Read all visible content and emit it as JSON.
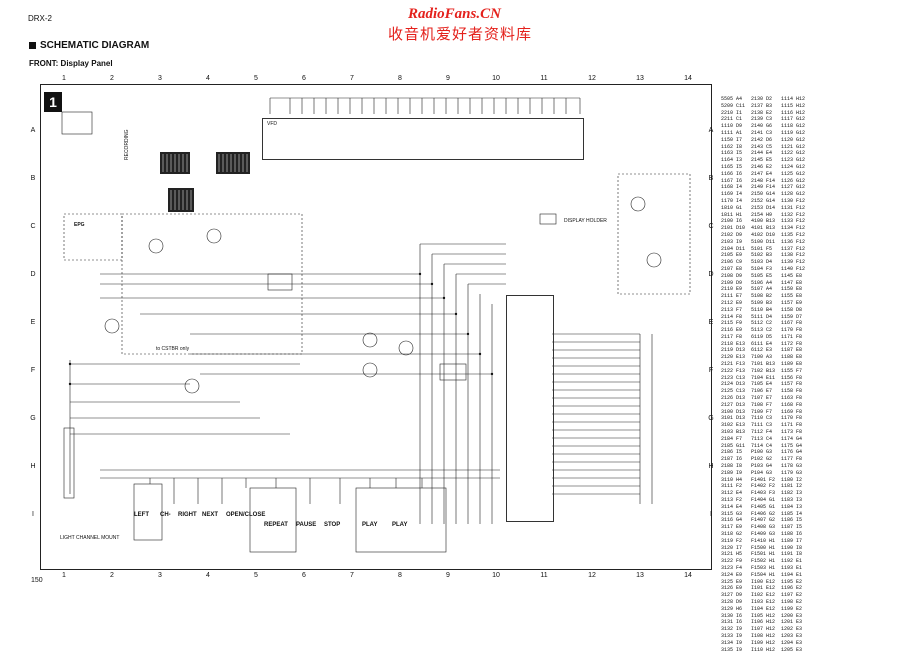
{
  "model": "DRX-2",
  "watermark": "RadioFans.CN",
  "watermark_cn": "收音机爱好者资料库",
  "title": "SCHEMATIC DIAGRAM",
  "subtitle": "FRONT: Display Panel",
  "section_label": "1",
  "page_number": "150",
  "columns": [
    "1",
    "2",
    "3",
    "4",
    "5",
    "6",
    "7",
    "8",
    "9",
    "10",
    "11",
    "12",
    "13",
    "14"
  ],
  "rows": [
    "A",
    "B",
    "C",
    "D",
    "E",
    "F",
    "G",
    "H",
    "I"
  ],
  "labels": {
    "epg": "EPG",
    "to_cstbr": "to CSTBR only",
    "display_holder": "DISPLAY HOLDER",
    "light_channel": "LIGHT CHANNEL MOUNT",
    "recording": "RECORDING",
    "vfd": "VFD"
  },
  "keys": [
    "LEFT",
    "CH-",
    "RIGHT",
    "NEXT",
    "OPEN/CLOSE",
    "REPEAT",
    "PAUSE",
    "STOP",
    "PLAY",
    "PLAY"
  ],
  "index_text": "5505 A4   2130 D2   1114 H12\n5209 C11  2137 B3   1115 H12\n2210 I1   2138 E2   1116 H12\n2211 C1   2139 C3   1117 G12\n1110 D9   2140 G6   1118 G12\n1111 A1   2141 C3   1119 G12\n1150 I7   2142 D6   1120 G12\n1162 I8   2143 C5   1121 G12\n1163 I5   2144 E4   1122 G12\n1164 I3   2145 E5   1123 G12\n1165 I5   2146 E2   1124 G12\n1166 I6   2147 E4   1125 G12\n1167 I6   2148 F14  1126 G12\n1168 I4   2149 F14  1127 G12\n1169 I4   2150 G14  1128 G12\n1170 I4   2152 G14  1130 F12\n1810 G1   2153 D14  1131 F12\n1811 H1   2154 H9   1132 F12\n2100 I6   4100 B13  1133 F12\n2101 D10  4101 B13  1134 F12\n2102 D9   4102 D10  1135 F12\n2103 I9   5100 D11  1136 F12\n2104 D11  5101 F5   1137 F12\n2105 E9   5102 B3   1138 F12\n2106 C9   5103 D4   1139 F12\n2107 E8   5104 F3   1140 F12\n2108 D9   5105 E5   1145 E8\n2109 D9   5106 A4   1147 E8\n2110 E9   5107 A4   1150 E8\n2111 E7   5108 B2   1155 E8\n2112 E9   5109 B3   1157 E9\n2113 F7   5110 B4   1158 D8\n2114 F8   5111 D4   1159 D7\n2115 F9   5112 C2   1167 F8\n2116 E9   5113 C2   1170 F8\n2117 F8   6119 D5   1171 F8\n2118 E13  6111 E4   1172 F8\n2119 D13  6112 E3   1187 E8\n2120 E13  7100 A3   1188 E8\n2121 F13  7101 B13  1189 E8\n2122 F13  7102 B13  1155 F7\n2123 C13  7104 E11  1156 F8\n2124 D13  7105 E4   1157 F8\n2125 C13  7106 E7   1158 F8\n2126 D13  7107 E7   1163 F8\n2127 D13  7108 F7   1168 F8\n3100 D13  7109 F7   1169 F8\n3101 D13  7110 C3   1170 F8\n3102 E13  7111 C3   1171 F8\n3103 B13  7112 F4   1173 F8\n2184 F7   7113 C4   1174 G4\n2185 G11  7114 C4   1175 G4\n2186 I5   P100 G3   1176 G4\n2187 I6   P102 G2   1177 F8\n2188 I8   P103 G4   1178 G3\n2189 I9   P104 G3   1179 G3\n3110 H4   F1401 F2  1180 I2\n3111 F2   F1402 F2  1181 I2\n3112 E4   F1403 F3  1182 I3\n3113 F2   F1404 G1  1183 I3\n3114 E4   F1405 G1  1184 I3\n3115 G3   F1406 G2  1185 I4\n3116 G4   F1407 G2  1186 I5\n3117 E9   F1408 G3  1187 I5\n3118 G2   F1409 G3  1188 I6\n3119 F2   F1410 H1  1189 I7\n3120 I7   F1500 H1  1190 I8\n3121 H5   F1501 H1  1191 I8\n3122 F9   F1502 H1  1192 E1\n3123 F4   F1503 H1  1193 E1\n3124 E9   F1504 H1  1194 E1\n3125 E9   I100 E12  1195 E2\n3126 E9   I101 E12  1196 E2\n3127 D9   I102 E12  1197 E2\n3128 D9   I103 E12  1198 E2\n3129 H6   I104 E12  1199 E2\n3130 I6   I105 H12  1200 E3\n3131 I6   I106 H12  1201 E3\n3132 I9   I107 H12  1202 E3\n3133 I9   I108 H12  1203 E3\n3134 I9   I109 H12  1204 E3\n3135 I9   I110 H12  1205 E3"
}
